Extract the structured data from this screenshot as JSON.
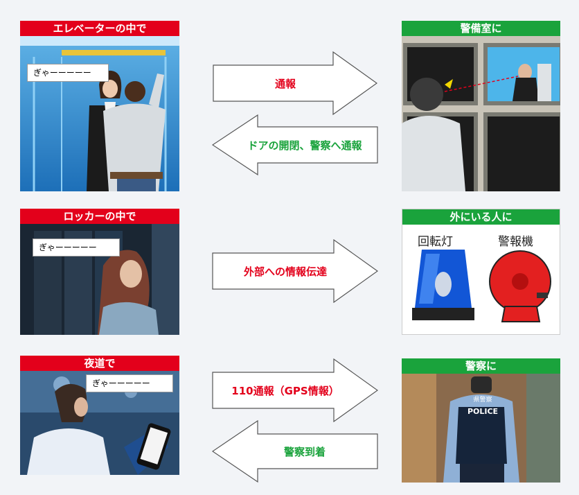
{
  "rows": [
    {
      "left_header": "エレベーターの中で",
      "left_bubble": "ぎゃーーーーー",
      "right_header": "警備室に",
      "arrow_right_label": "通報",
      "arrow_left_label": "ドアの開閉、警察へ通報"
    },
    {
      "left_header": "ロッカーの中で",
      "left_bubble": "ぎゃーーーーー",
      "right_header": "外にいる人に",
      "arrow_right_label": "外部への情報伝達",
      "right_item_1": "回転灯",
      "right_item_2": "警報機"
    },
    {
      "left_header": "夜道で",
      "left_bubble": "ぎゃーーーーー",
      "right_header": "警察に",
      "arrow_right_label": "110通報（GPS情報）",
      "arrow_left_label": "警察到着",
      "vest_text_1": "県警察",
      "vest_text_2": "POLICE"
    }
  ],
  "colors": {
    "red": "#e3001b",
    "green": "#1aa33c"
  }
}
